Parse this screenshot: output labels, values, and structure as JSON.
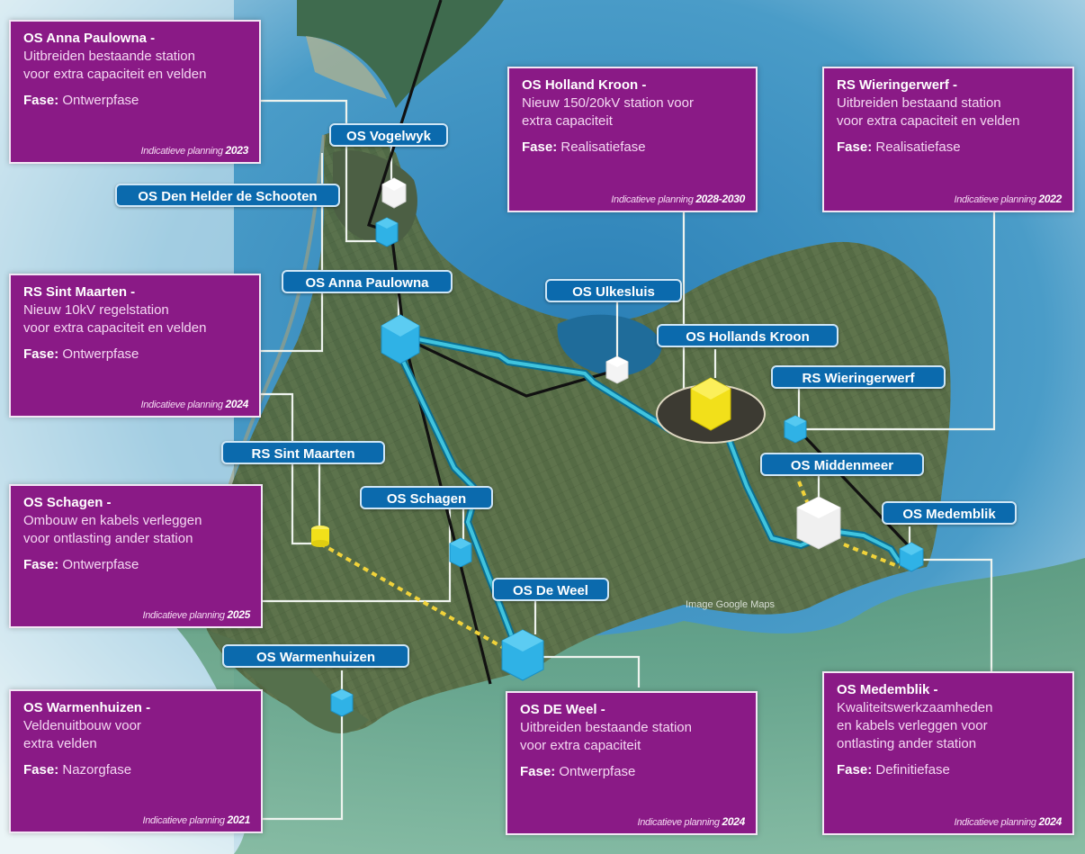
{
  "map": {
    "attribution": "Image Google Maps",
    "colors": {
      "info_box": "#8a1a86",
      "label": "#0b6aad",
      "station_blue": "#2fb2e6",
      "station_white": "#f2f2f2",
      "station_yellow": "#f2e01a",
      "cable_new": "#40c4de",
      "cable_existing": "#111111",
      "cable_planned": "#f1d33a"
    }
  },
  "station_labels": [
    {
      "id": "vogelwyk",
      "label": "OS Vogelwyk"
    },
    {
      "id": "den-helder",
      "label": "OS Den Helder de Schooten"
    },
    {
      "id": "anna-paulowna",
      "label": "OS Anna Paulowna"
    },
    {
      "id": "ulkesluis",
      "label": "OS Ulkesluis"
    },
    {
      "id": "hollands-kroon",
      "label": "OS Hollands Kroon"
    },
    {
      "id": "wieringerwerf",
      "label": "RS Wieringerwerf"
    },
    {
      "id": "sint-maarten",
      "label": "RS Sint Maarten"
    },
    {
      "id": "middenmeer",
      "label": "OS Middenmeer"
    },
    {
      "id": "schagen",
      "label": "OS Schagen"
    },
    {
      "id": "medemblik",
      "label": "OS Medemblik"
    },
    {
      "id": "de-weel",
      "label": "OS De Weel"
    },
    {
      "id": "warmenhuizen",
      "label": "OS Warmenhuizen"
    }
  ],
  "info_boxes": [
    {
      "id": "anna-paulowna",
      "title": "OS Anna Paulowna -",
      "description": [
        "Uitbreiden bestaande station",
        "voor extra capaciteit en velden"
      ],
      "phase_label": "Fase:",
      "phase": "Ontwerpfase",
      "planning_label": "Indicatieve planning",
      "planning": "2023"
    },
    {
      "id": "holland-kroon",
      "title": "OS Holland Kroon -",
      "description": [
        "Nieuw 150/20kV station voor",
        "extra capaciteit"
      ],
      "phase_label": "Fase:",
      "phase": "Realisatiefase",
      "planning_label": "Indicatieve planning",
      "planning": "2028-2030"
    },
    {
      "id": "wieringerwerf",
      "title": "RS Wieringerwerf -",
      "description": [
        "Uitbreiden bestaand station",
        "voor extra capaciteit en velden"
      ],
      "phase_label": "Fase:",
      "phase": "Realisatiefase",
      "planning_label": "Indicatieve planning",
      "planning": "2022"
    },
    {
      "id": "sint-maarten",
      "title": "RS Sint Maarten -",
      "description": [
        "Nieuw 10kV regelstation",
        "voor extra capaciteit en velden"
      ],
      "phase_label": "Fase:",
      "phase": "Ontwerpfase",
      "planning_label": "Indicatieve planning",
      "planning": "2024"
    },
    {
      "id": "schagen",
      "title": "OS Schagen -",
      "description": [
        "Ombouw en kabels verleggen",
        "voor ontlasting ander station"
      ],
      "phase_label": "Fase:",
      "phase": "Ontwerpfase",
      "planning_label": "Indicatieve planning",
      "planning": "2025"
    },
    {
      "id": "warmenhuizen",
      "title": "OS Warmenhuizen -",
      "description": [
        "Veldenuitbouw voor",
        "extra velden"
      ],
      "phase_label": "Fase:",
      "phase": "Nazorgfase",
      "planning_label": "Indicatieve planning",
      "planning": "2021"
    },
    {
      "id": "de-weel",
      "title": "OS DE Weel -",
      "description": [
        "Uitbreiden bestaande station",
        "voor extra capaciteit"
      ],
      "phase_label": "Fase:",
      "phase": "Ontwerpfase",
      "planning_label": "Indicatieve planning",
      "planning": "2024"
    },
    {
      "id": "medemblik",
      "title": "OS Medemblik -",
      "description": [
        "Kwaliteitswerkzaamheden",
        "en kabels verleggen voor",
        "ontlasting ander station"
      ],
      "phase_label": "Fase:",
      "phase": "Definitiefase",
      "planning_label": "Indicatieve planning",
      "planning": "2024"
    }
  ]
}
